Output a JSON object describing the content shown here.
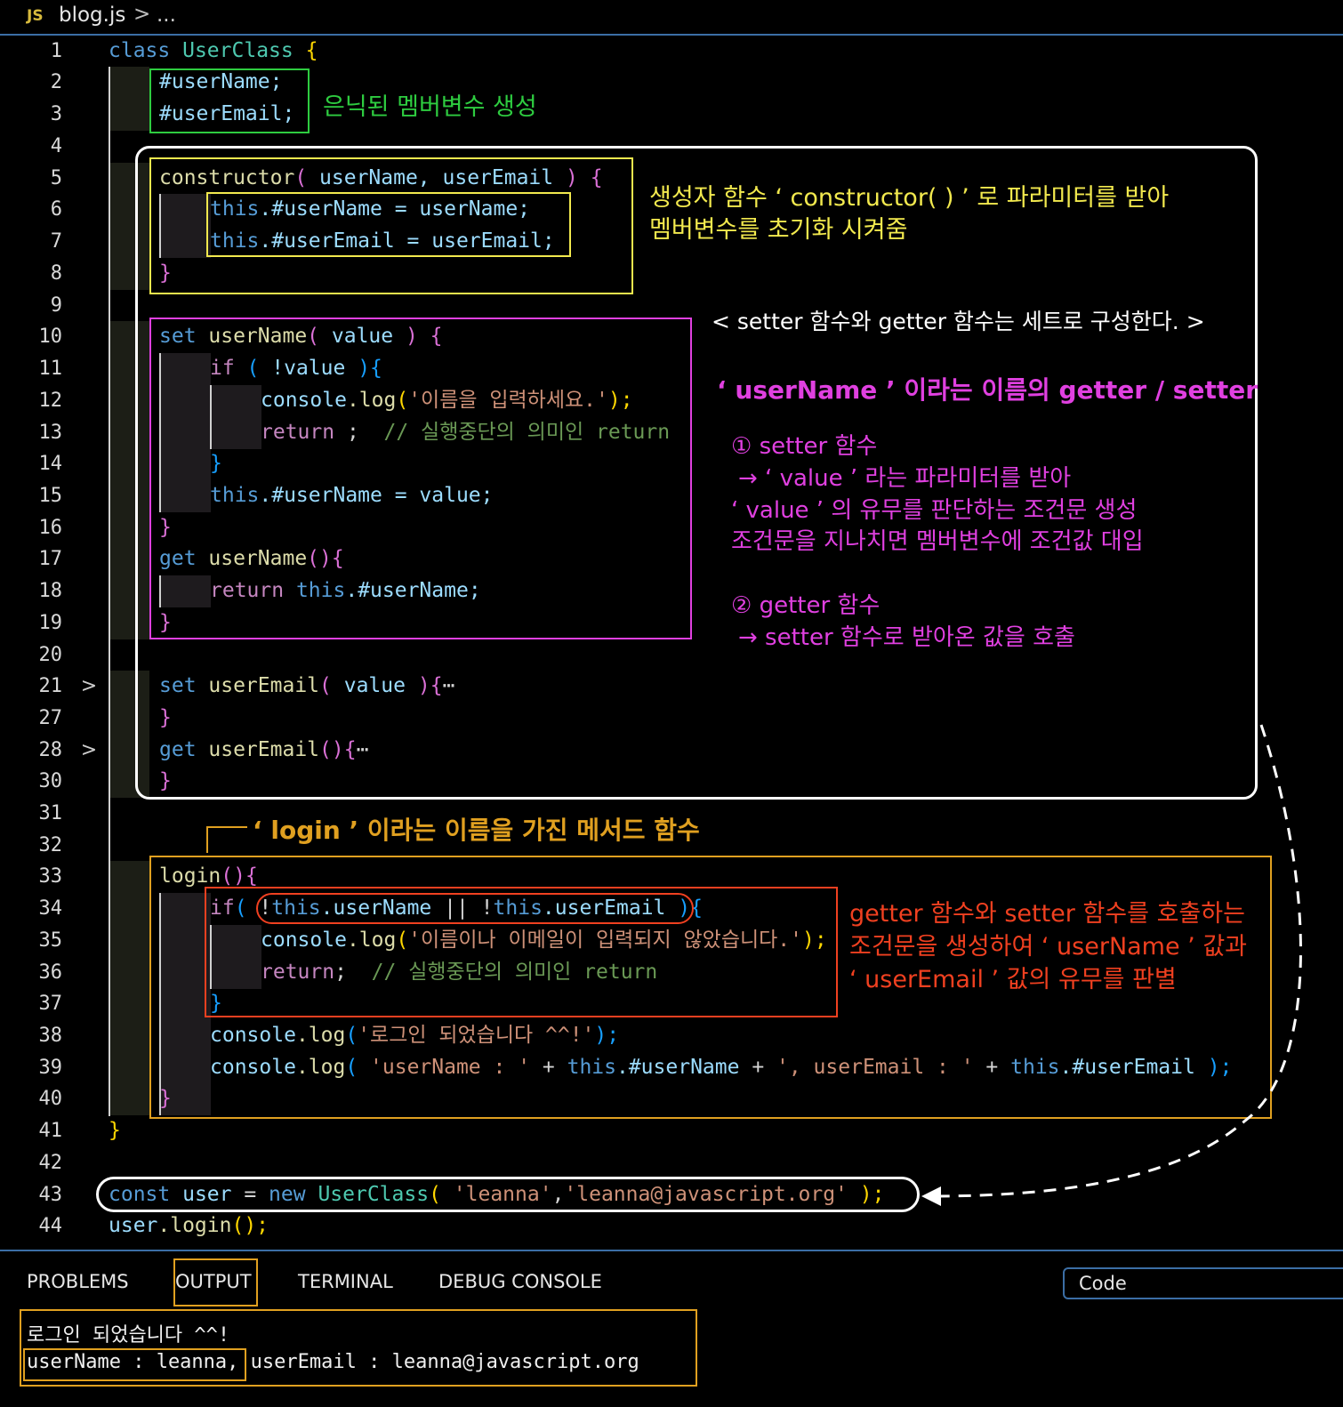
{
  "tab": {
    "js_badge": "JS",
    "file": "blog.js",
    "chevron": ">",
    "ellipsis": "..."
  },
  "line_numbers": [
    "1",
    "2",
    "3",
    "4",
    "5",
    "6",
    "7",
    "8",
    "9",
    "10",
    "11",
    "12",
    "13",
    "14",
    "15",
    "16",
    "17",
    "18",
    "19",
    "20",
    "21",
    "27",
    "28",
    "30",
    "31",
    "32",
    "33",
    "34",
    "35",
    "36",
    "37",
    "38",
    "39",
    "40",
    "41",
    "42",
    "43",
    "44"
  ],
  "fold_marker": ">",
  "code": {
    "l1": {
      "kw": "class",
      "name": "UserClass",
      "brace": "{"
    },
    "l2": {
      "text": "#userName;"
    },
    "l3": {
      "text": "#userEmail;"
    },
    "l5": {
      "fn": "constructor",
      "open": "(",
      "args": " userName, userEmail ",
      "close": ")",
      "brace": "{"
    },
    "l6": {
      "this": "this",
      "rest": ".#userName = userName;"
    },
    "l7": {
      "this": "this",
      "rest": ".#userEmail = userEmail;"
    },
    "l8": {
      "brace": "}"
    },
    "l10": {
      "kw": "set",
      "name": " userName",
      "open": "(",
      "args": " value ",
      "close": ")",
      "brace": " {"
    },
    "l11": {
      "kw": "if",
      "open": " ( ",
      "args": "!value ",
      "close": ")",
      "brace": "{"
    },
    "l12": {
      "obj": "console",
      "fn": ".log",
      "open": "(",
      "str": "'이름을 입력하세요.'",
      "close": ");"
    },
    "l13": {
      "kw": "return",
      "semi": " ;",
      "comment": "  // 실행중단의 의미인 return"
    },
    "l14": {
      "brace": "}"
    },
    "l15": {
      "this": "this",
      "rest": ".#userName = value;"
    },
    "l16": {
      "brace": "}"
    },
    "l17": {
      "kw": "get",
      "name": " userName",
      "paren": "()",
      "brace": "{"
    },
    "l18": {
      "kw": "return",
      "this": " this",
      "rest": ".#userName;"
    },
    "l19": {
      "brace": "}"
    },
    "l21": {
      "kw": "set",
      "name": " userEmail",
      "open": "(",
      "args": " value ",
      "close": ")",
      "brace": "{",
      "fold": "⋯"
    },
    "l27": {
      "brace": "}"
    },
    "l28": {
      "kw": "get",
      "name": " userEmail",
      "paren": "()",
      "brace": "{",
      "fold": "⋯"
    },
    "l30": {
      "brace": "}"
    },
    "l33": {
      "fn": "login",
      "paren": "()",
      "brace": "{"
    },
    "l34": {
      "kw": "if",
      "open": "( ",
      "cond1": "!",
      "this1": "this",
      "rest1": ".userName",
      "or": " || ",
      "cond2": "!",
      "this2": "this",
      "rest2": ".userEmail",
      "close": " )",
      "brace": "{"
    },
    "l35": {
      "obj": "console",
      "fn": ".log",
      "open": "(",
      "str": "'이름이나 이메일이 입력되지 않았습니다.'",
      "close": ");"
    },
    "l36": {
      "kw": "return",
      "semi": ";",
      "comment": "  // 실행중단의 의미인 return"
    },
    "l37": {
      "brace": "}"
    },
    "l38": {
      "obj": "console",
      "fn": ".log",
      "open": "(",
      "str": "'로그인 되었습니다 ^^!'",
      "close": ");"
    },
    "l39": {
      "obj": "console",
      "fn": ".log",
      "open": "( ",
      "str1": "'userName : '",
      "plus1": " + ",
      "this1": "this",
      "rest1": ".#userName",
      "plus2": " + ",
      "str2": "', userEmail : '",
      "plus3": " + ",
      "this2": "this",
      "rest2": ".#userEmail",
      "close": " );"
    },
    "l40": {
      "brace": "}"
    },
    "l41": {
      "brace": "}"
    },
    "l43": {
      "kw": "const",
      "name": " user",
      "eq": " = ",
      "kw2": "new",
      "cls": " UserClass",
      "open": "( ",
      "str1": "'leanna'",
      "comma": ",",
      "str2": "'leanna@javascript.org'",
      "close": " );"
    },
    "l44": {
      "obj": "user",
      "fn": ".login",
      "paren": "();"
    }
  },
  "annotations": {
    "hidden_members": "은닉된 멤버변수 생성",
    "constructor_1": "생성자 함수 ‘ constructor( ) ’ 로 파라미터를 받아",
    "constructor_2": "멤버변수를 초기화 시켜줌",
    "set_pair": "< setter 함수와 getter 함수는 세트로 구성한다. >",
    "username_title": "‘ userName ’ 이라는 이름의 getter / setter",
    "setter_1": "① setter 함수",
    "setter_2": "→ ‘ value ’ 라는 파라미터를 받아",
    "setter_3": "‘ value ’ 의 유무를 판단하는 조건문 생성",
    "setter_4": "조건문을 지나치면 멤버변수에 조건값 대입",
    "getter_1": "② getter  함수",
    "getter_2": "→ setter 함수로 받아온 값을 호출",
    "login_title": "‘ login ’ 이라는 이름을 가진 메서드 함수",
    "call_1": "getter 함수와 setter 함수를 호출하는",
    "call_2": "조건문을 생성하여 ‘ userName ’ 값과",
    "call_3": "‘ userEmail ’ 값의 유무를 판별"
  },
  "panel": {
    "tabs": [
      "PROBLEMS",
      "OUTPUT",
      "TERMINAL",
      "DEBUG CONSOLE"
    ],
    "active_tab": "OUTPUT",
    "dropdown": "Code",
    "output_1": "로그인 되었습니다 ^^!",
    "output_2a": "userName : leanna",
    "output_2b": ", userEmail : leanna@javascript.org"
  },
  "colors": {
    "green_box": "#2ecc40",
    "yellow_box": "#f2e94e",
    "magenta_box": "#e040e0",
    "orange_box": "#e0a020",
    "red_box": "#f04020",
    "white_box": "#ffffff",
    "accent_blue": "#3b6ea5"
  }
}
